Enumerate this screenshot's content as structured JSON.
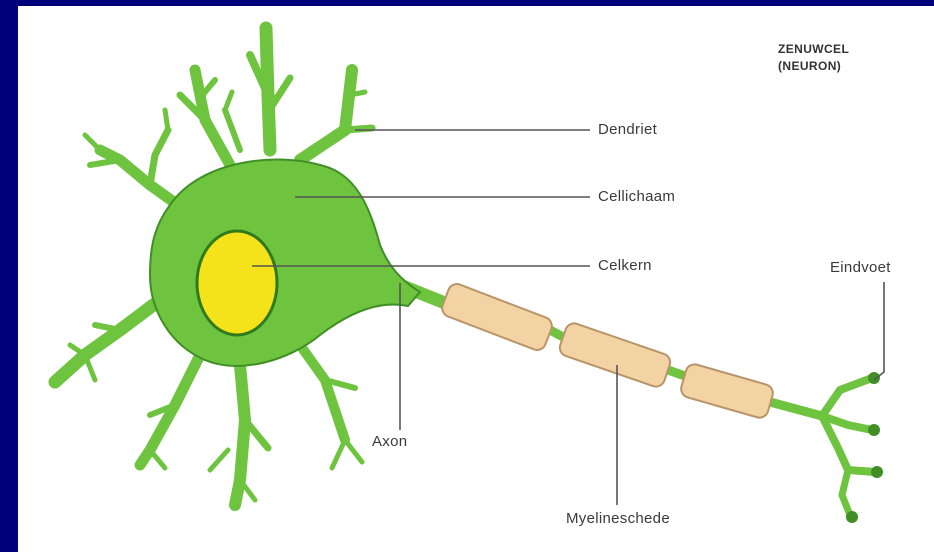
{
  "diagram": {
    "title_line1": "ZENUWCEL",
    "title_line2": "(NEURON)",
    "labels": {
      "dendriet": "Dendriet",
      "cellichaam": "Cellichaam",
      "celkern": "Celkern",
      "eindvoet": "Eindvoet",
      "axon": "Axon",
      "myelineschede": "Myelineschede"
    },
    "colors": {
      "background": "#00007a",
      "panel": "#ffffff",
      "cell_body": "#6ec43f",
      "cell_outline": "#3f8f25",
      "nucleus": "#f4e21a",
      "myelin": "#f3d3a3",
      "leader_line": "#555555"
    }
  }
}
